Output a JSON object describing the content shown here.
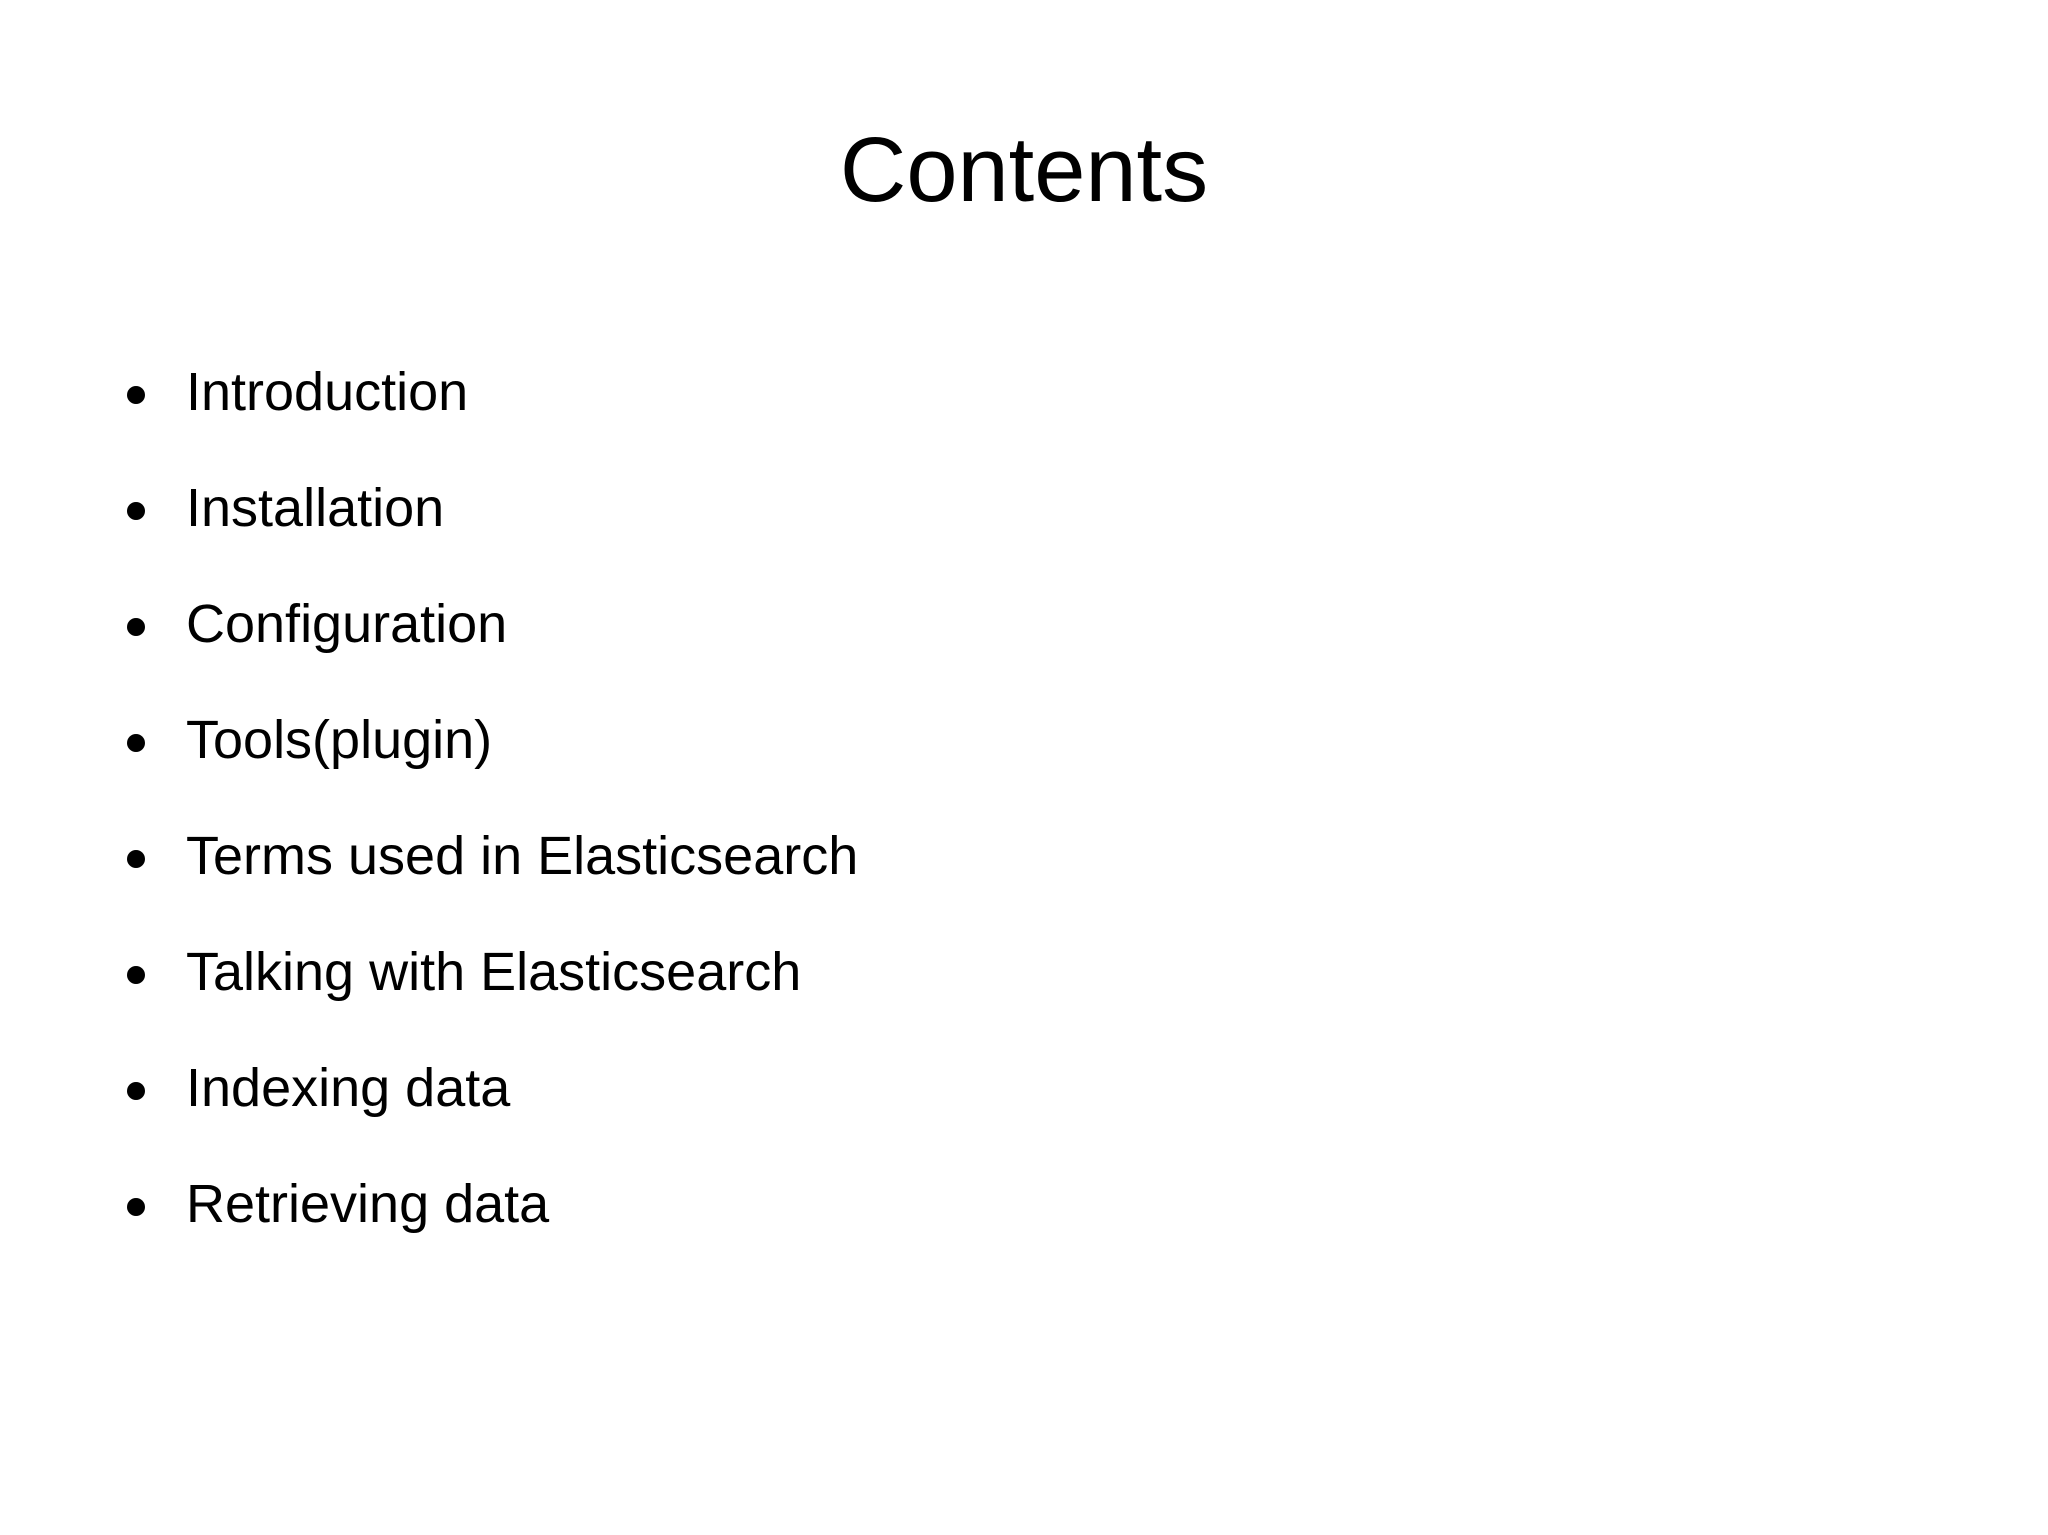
{
  "slide": {
    "title": "Contents",
    "background_color": "#ffffff",
    "text_color": "#000000",
    "bullet_marker": "filled-round-bullet",
    "items": [
      {
        "label": "Introduction"
      },
      {
        "label": "Installation"
      },
      {
        "label": "Configuration"
      },
      {
        "label": "Tools(plugin)"
      },
      {
        "label": "Terms used in Elasticsearch"
      },
      {
        "label": "Talking with Elasticsearch"
      },
      {
        "label": "Indexing data"
      },
      {
        "label": "Retrieving data"
      }
    ]
  }
}
